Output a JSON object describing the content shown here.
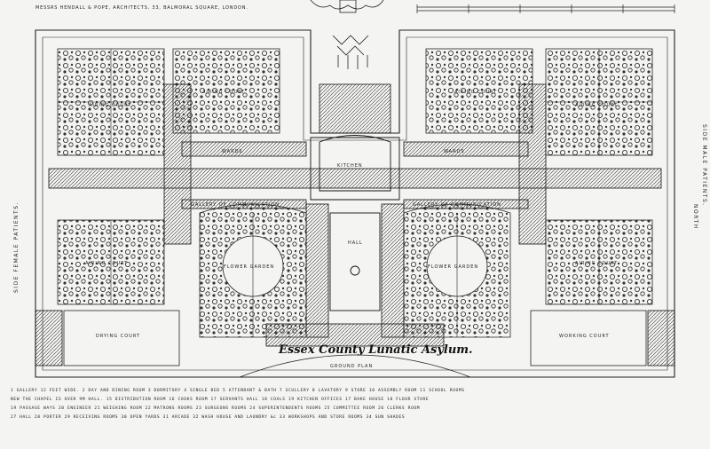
{
  "credit": "MESSRS HENDALL & POPE, ARCHITECTS, 33, BALMORAL SQUARE, LONDON.",
  "title": "Essex County Lunatic Asylum.",
  "ground_plan": "GROUND PLAN",
  "side_left": "SIDE FEMALE PATIENTS.",
  "side_right_1": "SIDE MALE PATIENTS.",
  "side_right_2": "NORTH",
  "courts": {
    "airing": "AIRING COURT",
    "drying": "DRYING COURT",
    "working": "WORKING COURT",
    "flower": "FLOWER GARDEN",
    "kitchen": "KITCHEN",
    "hall": "HALL",
    "wards": "WARDS",
    "gallery": "GALLERY OF COMMUNICATION"
  },
  "legend": [
    "1 GALLERY 12 FEET WIDE. 2 DAY AND DINING ROOM 3 DORMITORY 4 SINGLE BED 5 ATTENDANT & BATH 7 SCULLERY 8 LAVATORY 9 STORE 10 ASSEMBLY ROOM 11 SCHOOL ROOMS",
    "NEW THE CHAPEL IS OVER 9M HALL. 15 DISTRIBUTION ROOM 16 COOKS ROOM 17 SERVANTS HALL 18 COALS 19 KITCHEN OFFICES 17 BAKE HOUSE 18 FLOUR STORE",
    "19 PASSAGE WAYS 20 ENGINEER 21 WEIGHING ROOM 22 MATRONS ROOMS 23 SURGEONS ROOMS 24 SUPERINTENDENTS ROOMS 25 COMMITTEE ROOM 26 CLERKS ROOM",
    "27 HALL 28 PORTER 29 RECEIVING ROOMS 30 OPEN YARDS 31 ARCADE 32 WASH HOUSE AND LAUNDRY &c 33 WORKSHOPS AND STORE ROOMS 34 SUN SHADES"
  ]
}
